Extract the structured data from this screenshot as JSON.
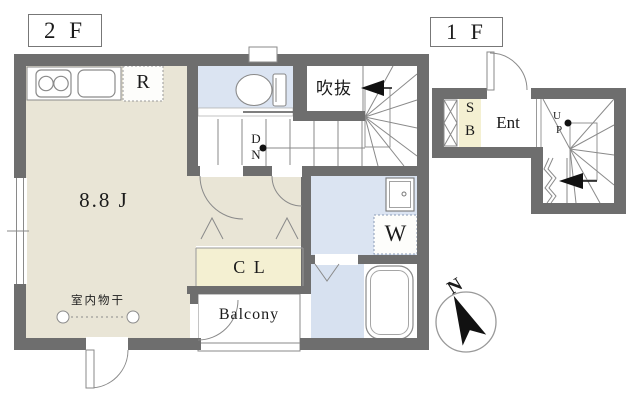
{
  "floor2": {
    "label": "2 F",
    "room_size": "8.8 J",
    "refrigerator": "R",
    "void_room": "吹抜",
    "closet": "C L",
    "balcony": "Balcony",
    "washer": "W",
    "indoor_drying": "室内物干",
    "stairs_down": {
      "d": "D",
      "n": "N"
    }
  },
  "floor1": {
    "label": "1 F",
    "entrance": "Ent",
    "shoe_box": {
      "s": "S",
      "b": "B"
    },
    "stairs_up": {
      "u": "U",
      "p": "P"
    }
  },
  "compass": {
    "north": "N"
  },
  "colors": {
    "wall": "#6e6e6e",
    "floor_beige": "#e9e5d6",
    "room_blue": "#dbe4f2",
    "bath_blue": "#d7e1f0",
    "closet_yellow": "#f4f0d2",
    "line_grey": "#8a8a8a"
  }
}
